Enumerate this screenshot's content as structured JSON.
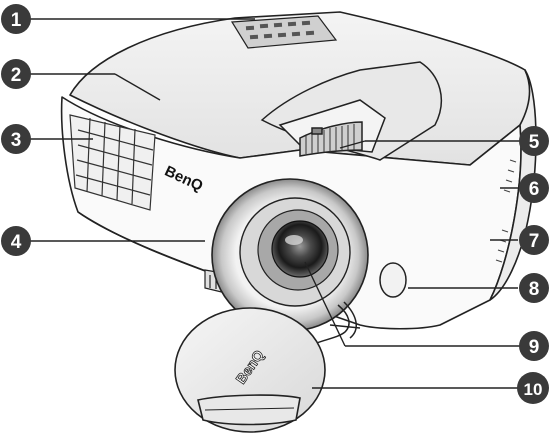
{
  "logo": {
    "body_text": "BenQ",
    "lens_cap_text": "BenQ"
  },
  "callouts": [
    {
      "label": "1"
    },
    {
      "label": "2"
    },
    {
      "label": "3"
    },
    {
      "label": "4"
    },
    {
      "label": "5"
    },
    {
      "label": "6"
    },
    {
      "label": "7"
    },
    {
      "label": "8"
    },
    {
      "label": "9"
    },
    {
      "label": "10"
    }
  ],
  "colors": {
    "callout_fill": "#3a3a3a",
    "outline": "#222222",
    "body_fill": "#ffffff",
    "shade": "#d9d9d9",
    "lens_dark": "#1a1a1a"
  }
}
